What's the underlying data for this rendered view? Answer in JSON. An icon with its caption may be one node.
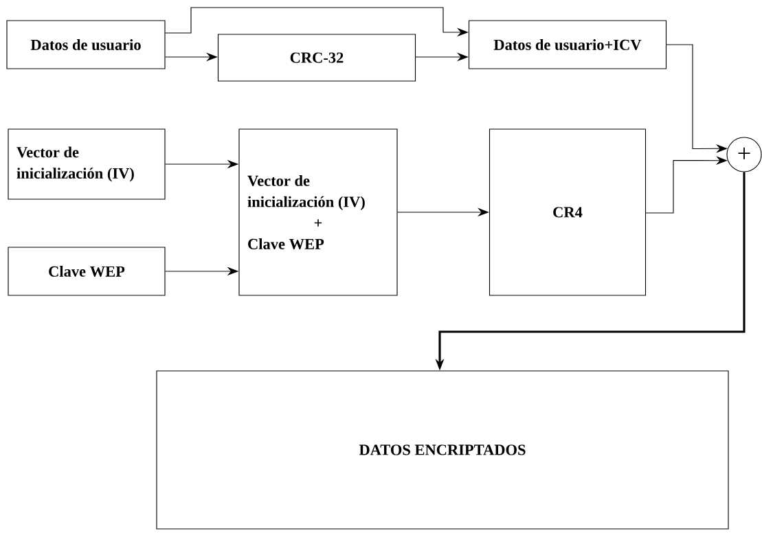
{
  "diagram": {
    "nodes": [
      {
        "text": [
          "Datos de usuario"
        ]
      },
      {
        "text": [
          "CRC-32"
        ]
      },
      {
        "text": [
          "Datos de usuario+ICV"
        ]
      },
      {
        "text": [
          "Vector de inicialización (IV)"
        ]
      },
      {
        "text": [
          "Clave WEP"
        ]
      },
      {
        "text": [
          "Vector de inicialización (IV)",
          "+",
          "Clave WEP"
        ]
      },
      {
        "text": [
          "CR4"
        ]
      },
      {
        "text": [
          "+"
        ]
      },
      {
        "text": [
          "DATOS ENCRIPTADOS"
        ]
      }
    ],
    "edges": [
      {
        "from": 0,
        "to": 2,
        "arrow": "to"
      },
      {
        "from": 0,
        "to": 1,
        "arrow": "to"
      },
      {
        "from": 1,
        "to": 2,
        "arrow": "to"
      },
      {
        "from": 2,
        "to": 7,
        "arrow": "to"
      },
      {
        "from": 3,
        "to": 5,
        "arrow": "to"
      },
      {
        "from": 4,
        "to": 5,
        "arrow": "to"
      },
      {
        "from": 5,
        "to": 6,
        "arrow": "to"
      },
      {
        "from": 6,
        "to": 7,
        "arrow": "to"
      },
      {
        "from": 7,
        "to": 8,
        "arrow": "to",
        "style": "thick"
      }
    ]
  }
}
